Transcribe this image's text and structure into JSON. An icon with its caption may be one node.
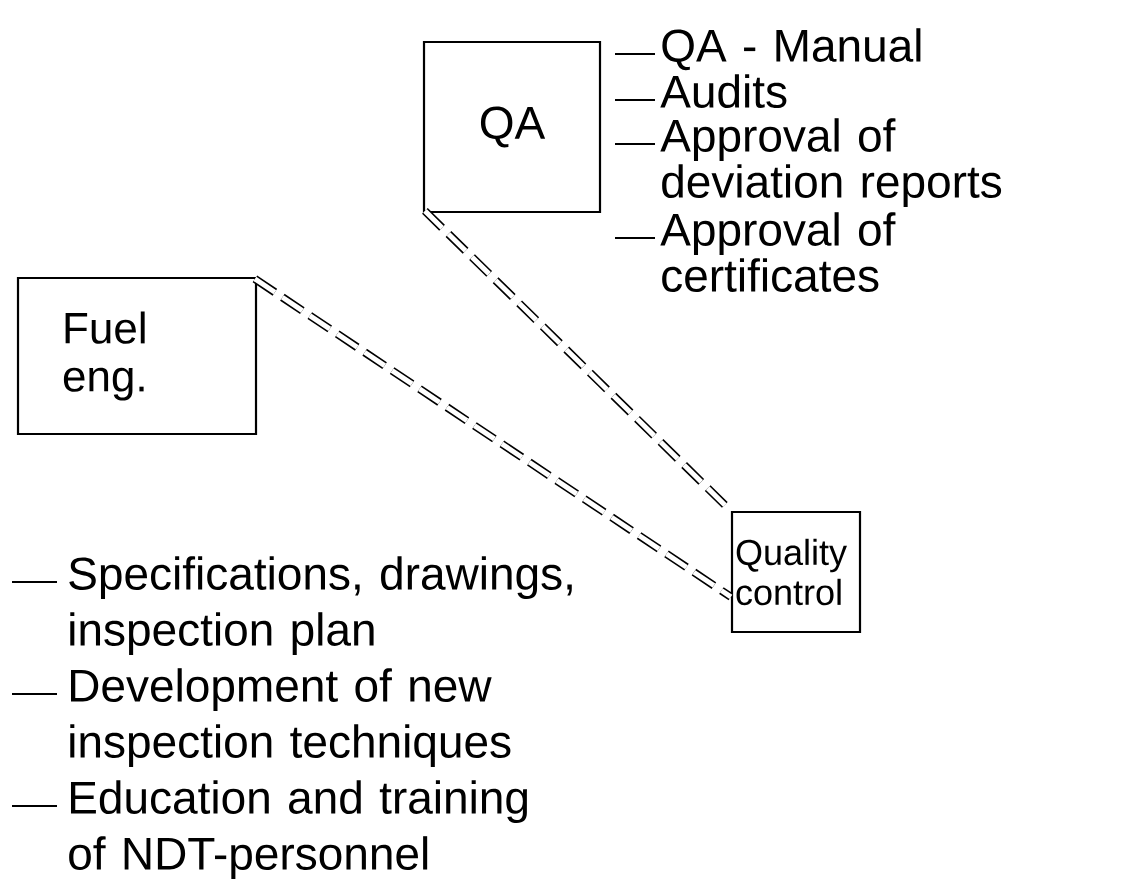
{
  "diagram": {
    "nodes": [
      {
        "text": [
          "QA"
        ]
      },
      {
        "text": [
          "Fuel eng."
        ]
      },
      {
        "text": [
          "Quality control"
        ]
      }
    ],
    "edges": [
      {
        "from": 0,
        "to": 2,
        "arrow": "none",
        "style": "dashed"
      },
      {
        "from": 1,
        "to": 2,
        "arrow": "none",
        "style": "dashed"
      }
    ],
    "labels": [
      "QA - Manual",
      "Audits",
      "Approval of deviation reports",
      "Approval of certificates",
      "Specifications, drawings, inspection plan",
      "Development of new inspection techniques",
      "Education and training of NDT-personnel"
    ]
  }
}
